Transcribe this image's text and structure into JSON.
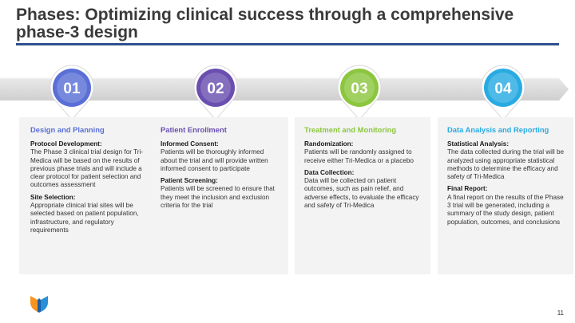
{
  "title": "Phases: Optimizing clinical success through a comprehensive phase-3 design",
  "page_number": "11",
  "phases": [
    {
      "number": "01",
      "color": "#5a6fd6",
      "heading": "Design and Planning",
      "blocks": [
        {
          "label": "Protocol Development:",
          "text": "The Phase 3 clinical trial design for Tri-Medica will be based on the results of previous phase trials and will include a clear protocol for patient selection and outcomes assessment"
        },
        {
          "label": "Site Selection:",
          "text": "Appropriate clinical trial sites will be selected based on patient population, infrastructure, and regulatory requirements"
        }
      ]
    },
    {
      "number": "02",
      "color": "#6a4fb0",
      "heading": "Patient Enrollment",
      "blocks": [
        {
          "label": "Informed Consent:",
          "text": "Patients will be thoroughly informed about the trial and will provide written informed consent to participate"
        },
        {
          "label": "Patient Screening:",
          "text": "Patients will be screened to ensure that they meet the inclusion and exclusion criteria for the trial"
        }
      ]
    },
    {
      "number": "03",
      "color": "#8cc63f",
      "heading": "Treatment and Monitoring",
      "blocks": [
        {
          "label": "Randomization:",
          "text": "Patients will be randomly assigned to receive either Tri-Medica or a placebo"
        },
        {
          "label": "Data Collection:",
          "text": "Data will be collected on patient outcomes, such as pain relief, and adverse effects, to evaluate the efficacy and safety of Tri-Medica"
        }
      ]
    },
    {
      "number": "04",
      "color": "#29abe2",
      "heading": "Data Analysis and Reporting",
      "blocks": [
        {
          "label": "Statistical Analysis:",
          "text": "The data collected during the trial will be analyzed using appropriate statistical methods to determine the efficacy and safety of Tri-Medica"
        },
        {
          "label": "Final Report:",
          "text": "A final report on the results of the Phase 3 trial will be generated, including a summary of the study design, patient population, outcomes, and conclusions"
        }
      ]
    }
  ]
}
